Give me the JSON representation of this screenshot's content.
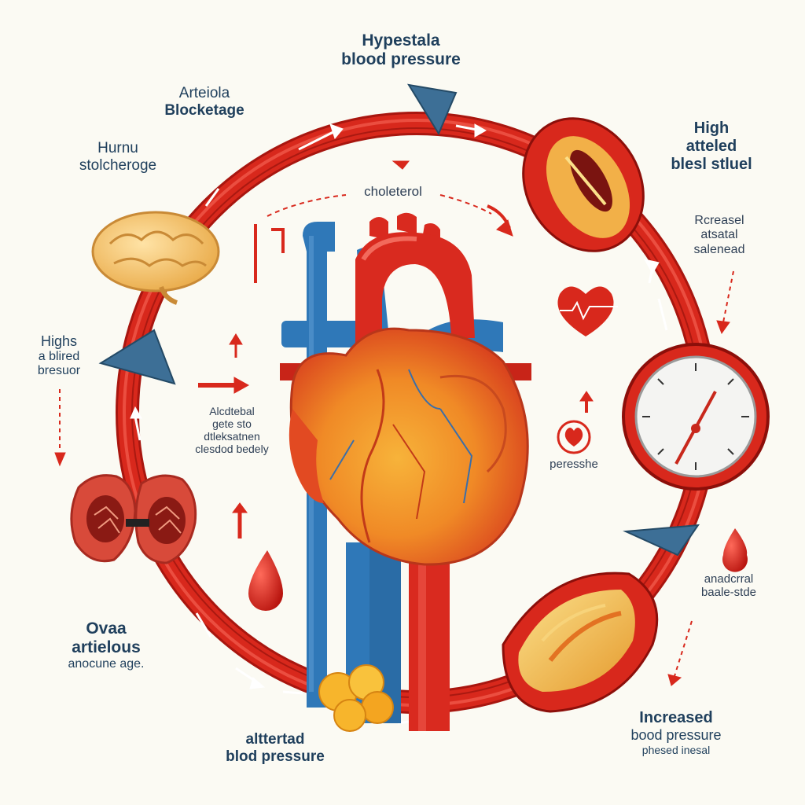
{
  "colors": {
    "ring": "#d8281c",
    "ring_highlight": "#f0574a",
    "artery_red": "#d92a1f",
    "vein_blue": "#2f78b8",
    "heart_orange": "#f09028",
    "plaque_yellow": "#f2c25a",
    "text_navy": "#1f3f5c",
    "background": "#fbfaf3"
  },
  "labels": {
    "top": [
      "Hypestala",
      "blood pressure"
    ],
    "top_left": [
      "Arteiola",
      "Blocketage"
    ],
    "upper_left": [
      "Hurnu",
      "stolcheroge"
    ],
    "left_mid": [
      "Highs",
      "a blired",
      "bresuor"
    ],
    "center_left": [
      "Alcdtebal",
      "gete sto",
      "dtleksatnen",
      "clesdod bedely"
    ],
    "center_top": "choleterol",
    "right_mid": "peresshe",
    "top_right": [
      "High",
      "atteled",
      "blesl stluel"
    ],
    "right_upper": [
      "Rcreasel",
      "atsatal",
      "salenead"
    ],
    "right_lower": [
      "anadcrral",
      "baale-stde"
    ],
    "bottom_left": [
      "Ovaa",
      "artielous",
      "anocune age."
    ],
    "bottom_center": [
      "alttertad",
      "blod pressure"
    ],
    "bottom_right": [
      "Increased",
      "bood pressure",
      "phesed inesal"
    ]
  },
  "icons": [
    "brain-icon",
    "kidney-icon",
    "heart-icon",
    "artery-cross-section-icon",
    "pressure-gauge-icon",
    "plaque-artery-icon",
    "fat-globule-icon",
    "blood-drop-icon",
    "heart-rate-icon",
    "small-heart-icon"
  ]
}
